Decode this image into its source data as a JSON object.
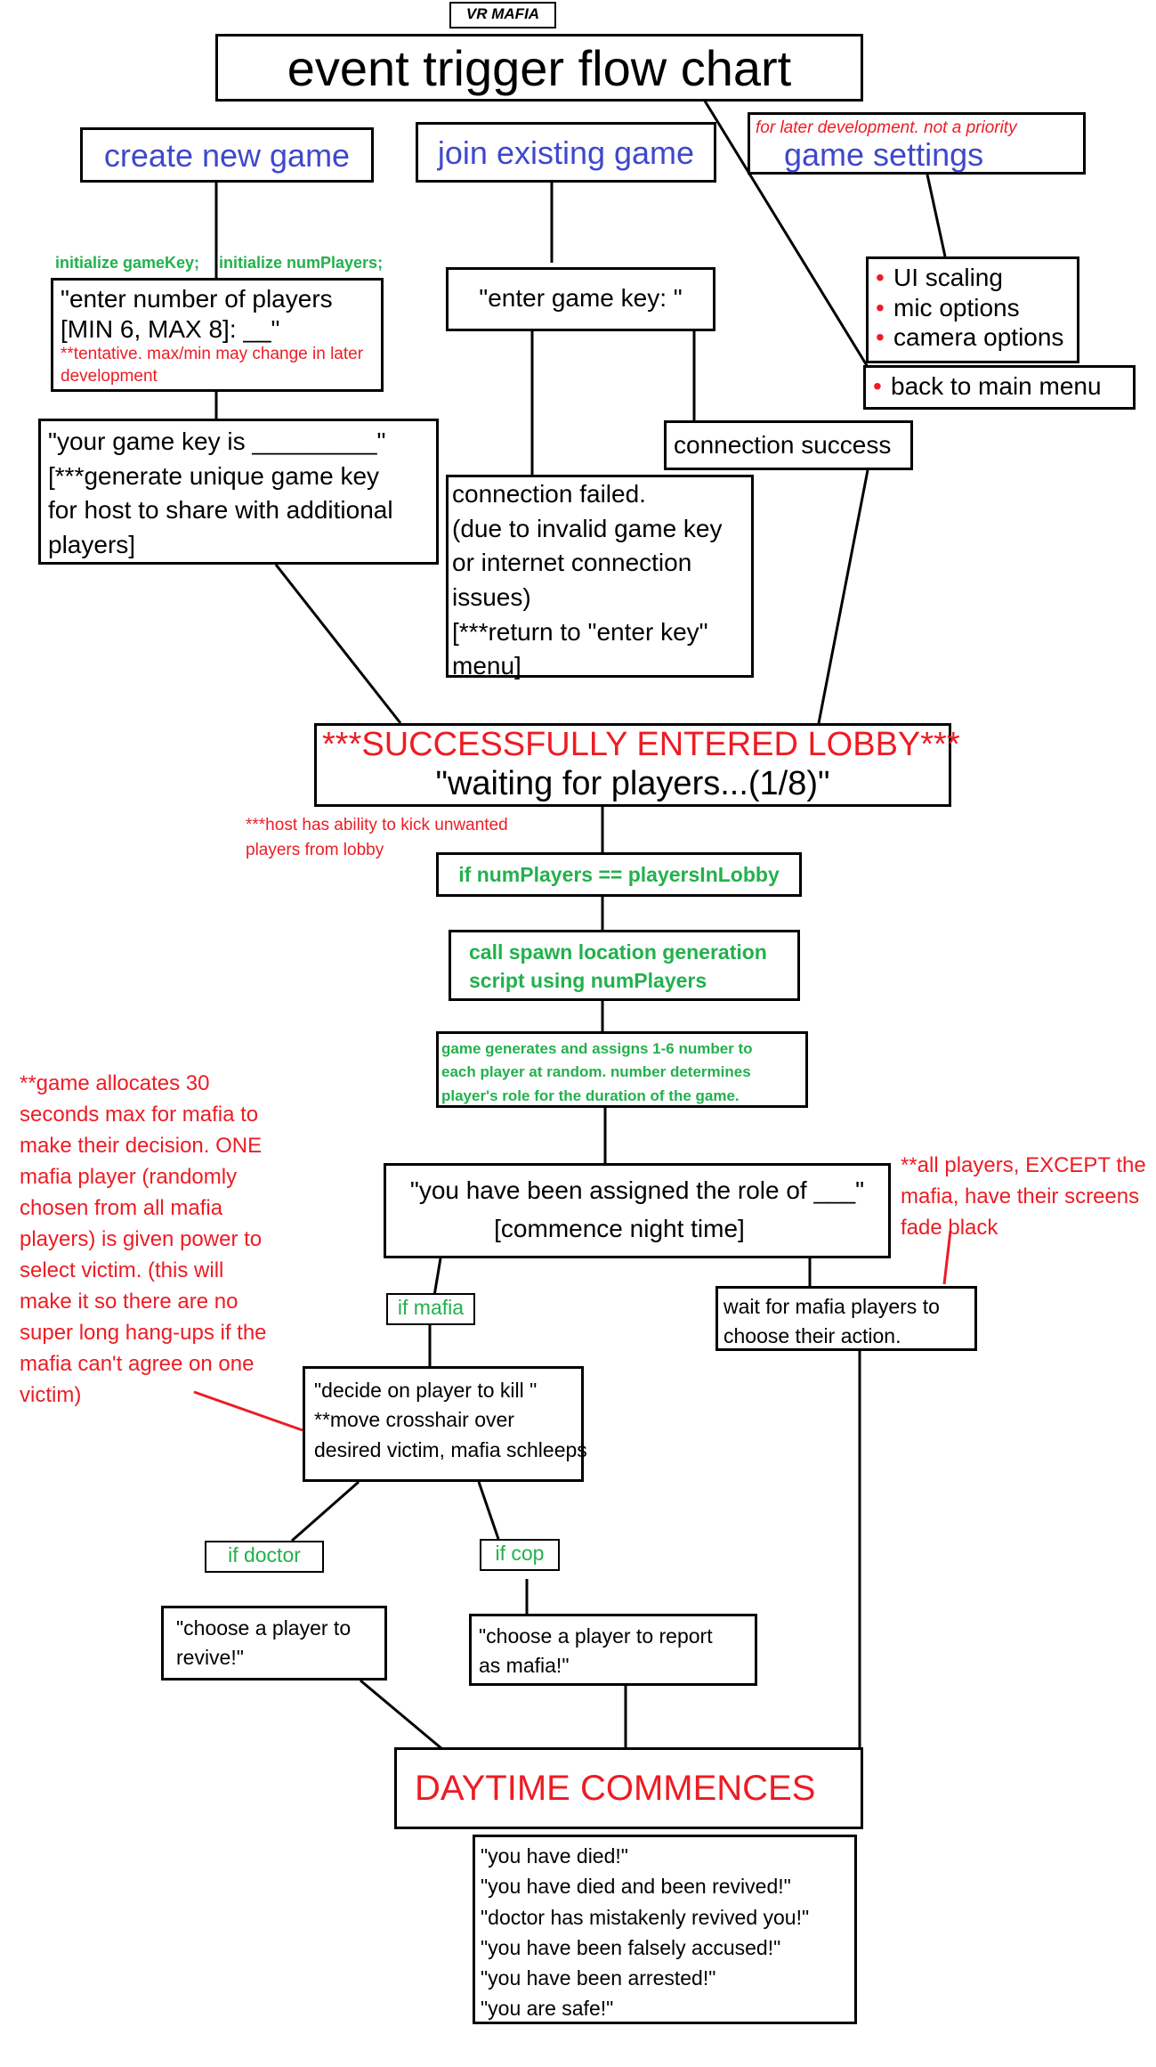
{
  "header": {
    "tag": "VR MAFIA",
    "title": "event trigger flow chart"
  },
  "menu": {
    "create": "create new game",
    "join": "join existing game",
    "settings": "game settings",
    "settings_note": "for later development. not a priority"
  },
  "settings_menu": {
    "options": [
      "UI scaling",
      "mic options",
      "camera options"
    ],
    "back": "back to main menu"
  },
  "create_path": {
    "init_key": "initialize gameKey;",
    "init_players": "initialize numPlayers;",
    "enter_players": [
      "\"enter number of players",
      "[MIN 6, MAX 8]: __\""
    ],
    "enter_players_note": "**tentative. max/min may change in later development",
    "game_key": [
      "\"your game key is _________\"",
      "[***generate unique game key",
      "for host to share with additional",
      "players]"
    ]
  },
  "join_path": {
    "enter_key": "\"enter game key: \"",
    "success": "connection success",
    "failed": [
      "connection failed.",
      "(due to invalid game key",
      "or internet connection",
      "issues)",
      "[***return to \"enter key\"",
      "menu]"
    ]
  },
  "lobby": {
    "title": "***SUCCESSFULLY ENTERED LOBBY***",
    "waiting": "\"waiting for players...(1/8)\"",
    "kick_note": [
      "***host has ability to kick unwanted",
      "players from lobby"
    ]
  },
  "setup": {
    "condition": "if numPlayers == playersInLobby",
    "spawn": [
      "call spawn location generation",
      "script using numPlayers"
    ],
    "assign": [
      "game generates and assigns 1-6 number to",
      "each player at random. number determines",
      "player's role for the duration of the game."
    ]
  },
  "night": {
    "role": "\"you have been assigned the role of ___\"",
    "commence": "[commence night time]",
    "if_mafia": "if mafia",
    "wait": [
      "wait for mafia players to",
      "choose their action."
    ],
    "screens_note": [
      "**all players, EXCEPT the",
      "mafia, have their screens",
      "fade black"
    ],
    "mafia_note": [
      "**game allocates 30",
      "seconds max for mafia to",
      "make their decision. ONE",
      "mafia player (randomly",
      "chosen from all mafia",
      "players) is given power to",
      "select victim. (this will",
      "make it so there are no",
      "super long hang-ups if the",
      "mafia can't agree on one",
      "victim)"
    ],
    "decide": [
      "\"decide on player to kill \"",
      "**move crosshair over",
      "desired victim, mafia schleeps"
    ],
    "if_doctor": "if doctor",
    "if_cop": "if cop",
    "revive": [
      "\"choose a player to",
      "revive!\""
    ],
    "report": [
      "\"choose a player to report",
      "as mafia!\""
    ]
  },
  "day": {
    "title": "DAYTIME COMMENCES",
    "outcomes": [
      "\"you have died!\"",
      "\"you have died and been revived!\"",
      "\"doctor has mistakenly revived you!\"",
      "\"you have been falsely accused!\"",
      "\"you have been arrested!\"",
      "\"you are safe!\""
    ]
  },
  "colors": {
    "menu_text": "#3f48cc",
    "notes": "#ed1c24",
    "logic": "#22b14c",
    "lines": "#000000"
  }
}
